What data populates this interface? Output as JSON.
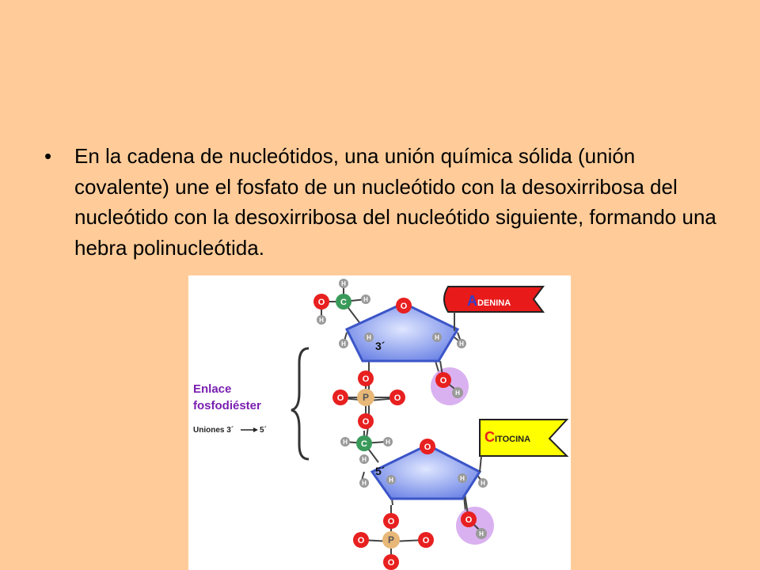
{
  "slide": {
    "bullet": "•",
    "text": "En la cadena de nucleótidos, una unión química sólida (unión covalente) une el fosfato de un nucleótido con la desoxirribosa del nucleótido con la desoxirribosa del nucleótido siguiente, formando una hebra polinucleótida."
  },
  "figure": {
    "base1": {
      "first": "A",
      "rest": "DENINA"
    },
    "base2": {
      "first": "C",
      "rest": "ITOCINA"
    },
    "bond_label_1": "Enlace",
    "bond_label_2": "fosfodiéster",
    "unions_label_a": "Uniones 3´",
    "unions_label_b": "5´",
    "prime_top": "3´",
    "prime_bottom": "5´",
    "atoms": {
      "O": "O",
      "H": "H",
      "C": "C",
      "P": "P"
    },
    "colors": {
      "background": "#ffcc99",
      "sugar": "#8fa6f0",
      "oxygen": "#e82020",
      "hydrogen": "#9a9a9a",
      "carbon": "#3a9a5a",
      "phosphorus": "#e8b878",
      "hydroxyl_halo": "#d6a8ee",
      "adenine": "#e81a1a",
      "cytosine": "#ffff00",
      "label": "#7a1fb0"
    }
  }
}
